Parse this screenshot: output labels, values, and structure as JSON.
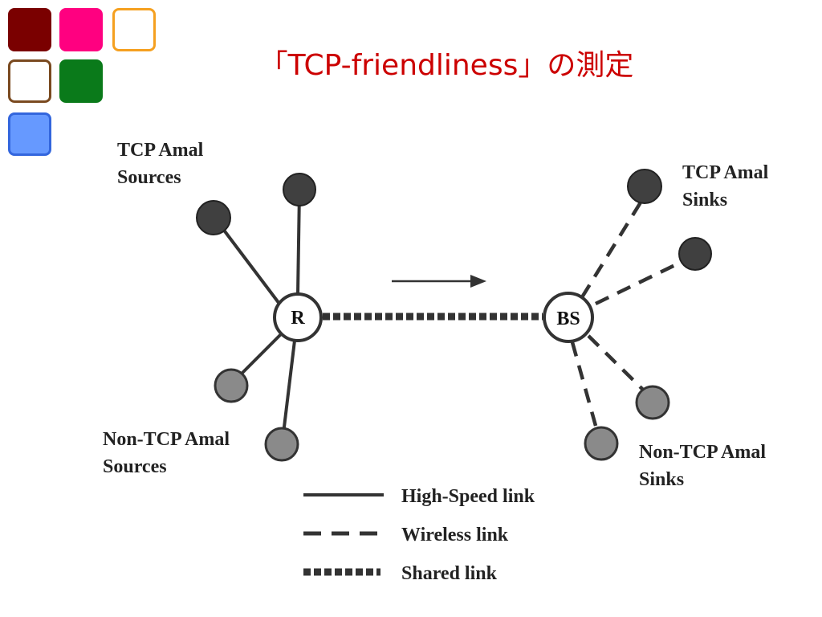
{
  "title": "「TCP-friendliness」の測定",
  "logo": {
    "squares": [
      {
        "fill": "#7a0000",
        "border": "#7a0000"
      },
      {
        "fill": "#ff0080",
        "border": "#ff0080"
      },
      {
        "fill": "#ffffff",
        "border": "#f5a020"
      },
      {
        "fill": "#ffffff",
        "border": "#7a4a20"
      },
      {
        "fill": "#0a7a1a",
        "border": "#0a7a1a"
      },
      {
        "fill": "#6699ff",
        "border": "#3366dd"
      }
    ]
  },
  "diagram": {
    "labels": {
      "tcp_sources_line1": "TCP Amal",
      "tcp_sources_line2": "Sources",
      "tcp_sinks_line1": "TCP Amal",
      "tcp_sinks_line2": "Sinks",
      "nontcp_sources_line1": "Non-TCP Amal",
      "nontcp_sources_line2": "Sources",
      "nontcp_sinks_line1": "Non-TCP Amal",
      "nontcp_sinks_line2": "Sinks"
    },
    "nodes": {
      "router": "R",
      "base_station": "BS"
    },
    "colors": {
      "tcp_node": "#404040",
      "nontcp_node": "#8a8a8a",
      "line": "#333333"
    },
    "legend": [
      {
        "label": "High-Speed link",
        "style": "solid"
      },
      {
        "label": "Wireless link",
        "style": "dashed"
      },
      {
        "label": "Shared link",
        "style": "dotted"
      }
    ]
  }
}
